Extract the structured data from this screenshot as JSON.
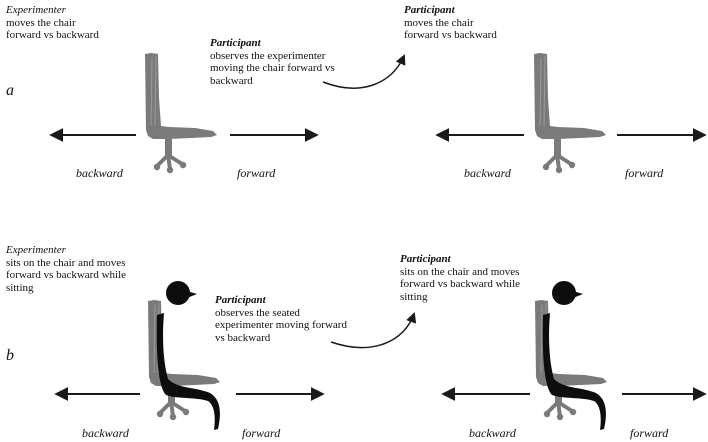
{
  "colors": {
    "chair": "#7a7a7a",
    "person": "#0d0d0d",
    "arrow": "#1a1a1a",
    "text": "#111111"
  },
  "panel_a": {
    "letter": "a",
    "left": {
      "role": "Experimenter",
      "text": "moves the chair\nforward vs backward"
    },
    "middle": {
      "role": "Participant",
      "text": "observes the experimenter\nmoving the chair forward vs\nbackward"
    },
    "right": {
      "role": "Participant",
      "text": "moves the chair\nforward vs backward"
    },
    "labels": {
      "left_backward": "backward",
      "left_forward": "forward",
      "right_backward": "backward",
      "right_forward": "forward"
    }
  },
  "panel_b": {
    "letter": "b",
    "left": {
      "role": "Experimenter",
      "text": "sits on the chair and moves\nforward vs backward while\nsitting"
    },
    "middle": {
      "role": "Participant",
      "text": "observes the seated\nexperimenter moving forward\nvs backward"
    },
    "right": {
      "role": "Participant",
      "text": "sits on the chair and moves\nforward vs backward while\nsitting"
    },
    "labels": {
      "left_backward": "backward",
      "left_forward": "forward",
      "right_backward": "backward",
      "right_forward": "forward"
    }
  }
}
